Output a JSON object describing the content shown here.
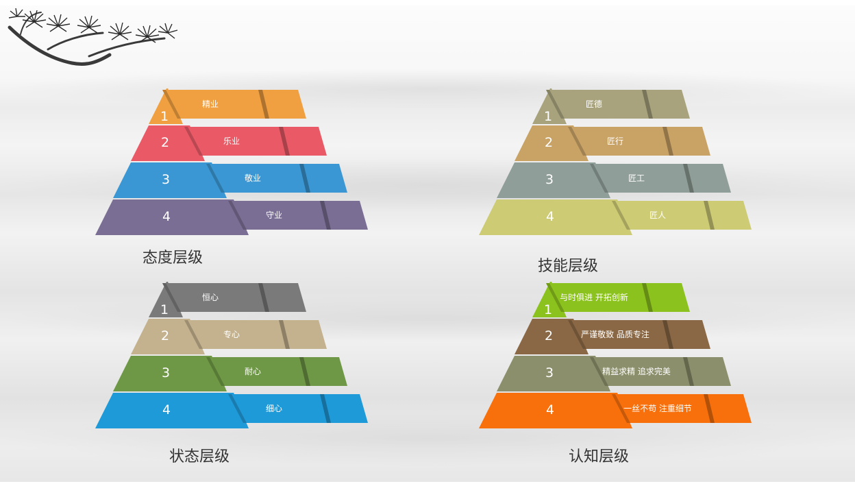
{
  "diagrams": [
    {
      "caption": "态度层级",
      "levels": [
        {
          "num": "1",
          "label": "精业",
          "color": "#f0a040"
        },
        {
          "num": "2",
          "label": "乐业",
          "color": "#e95a66"
        },
        {
          "num": "3",
          "label": "敬业",
          "color": "#3b97d3"
        },
        {
          "num": "4",
          "label": "守业",
          "color": "#7a6e94"
        }
      ]
    },
    {
      "caption": "技能层级",
      "levels": [
        {
          "num": "1",
          "label": "匠德",
          "color": "#a8a37d"
        },
        {
          "num": "2",
          "label": "匠行",
          "color": "#c9a266"
        },
        {
          "num": "3",
          "label": "匠工",
          "color": "#8f9e98"
        },
        {
          "num": "4",
          "label": "匠人",
          "color": "#cdcb74"
        }
      ]
    },
    {
      "caption": "状态层级",
      "levels": [
        {
          "num": "1",
          "label": "恒心",
          "color": "#7a7a7a"
        },
        {
          "num": "2",
          "label": "专心",
          "color": "#c4b28f"
        },
        {
          "num": "3",
          "label": "耐心",
          "color": "#6e9845"
        },
        {
          "num": "4",
          "label": "细心",
          "color": "#1f9ad9"
        }
      ]
    },
    {
      "caption": "认知层级",
      "levels": [
        {
          "num": "1",
          "label": "与时俱进 开拓创新",
          "color": "#8cc21d"
        },
        {
          "num": "2",
          "label": "严谨敬致 品质专注",
          "color": "#8a6845"
        },
        {
          "num": "3",
          "label": "精益求精 追求完美",
          "color": "#8c8f6b"
        },
        {
          "num": "4",
          "label": "一丝不苟 注重细节",
          "color": "#f8700c"
        }
      ]
    }
  ]
}
